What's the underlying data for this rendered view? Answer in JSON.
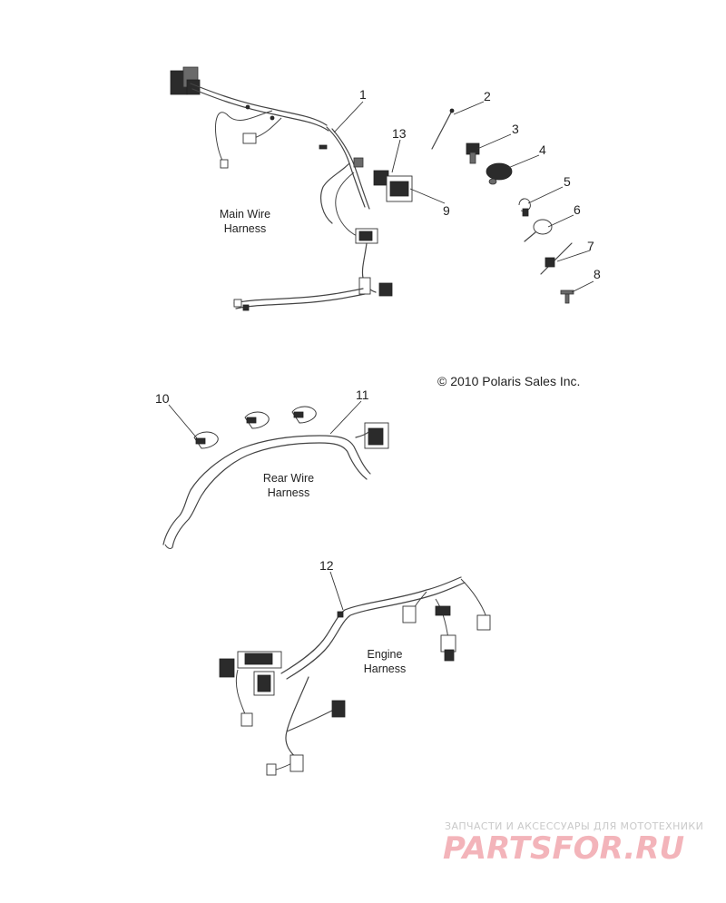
{
  "callouts": [
    "1",
    "2",
    "3",
    "4",
    "5",
    "6",
    "7",
    "8",
    "9",
    "10",
    "11",
    "12",
    "13"
  ],
  "labels": {
    "main_line1": "Main Wire",
    "main_line2": "Harness",
    "rear_line1": "Rear Wire",
    "rear_line2": "Harness",
    "engine_line1": "Engine",
    "engine_line2": "Harness"
  },
  "copyright": "© 2010 Polaris Sales Inc.",
  "watermark": {
    "tagline": "ЗАПЧАСТИ И АКСЕССУАРЫ ДЛЯ МОТОТЕХНИКИ",
    "brand": "PARTSFOR.RU"
  },
  "colors": {
    "line": "#444444",
    "watermark_brand": "#f3b4ba",
    "watermark_text": "#c9c9c9"
  }
}
